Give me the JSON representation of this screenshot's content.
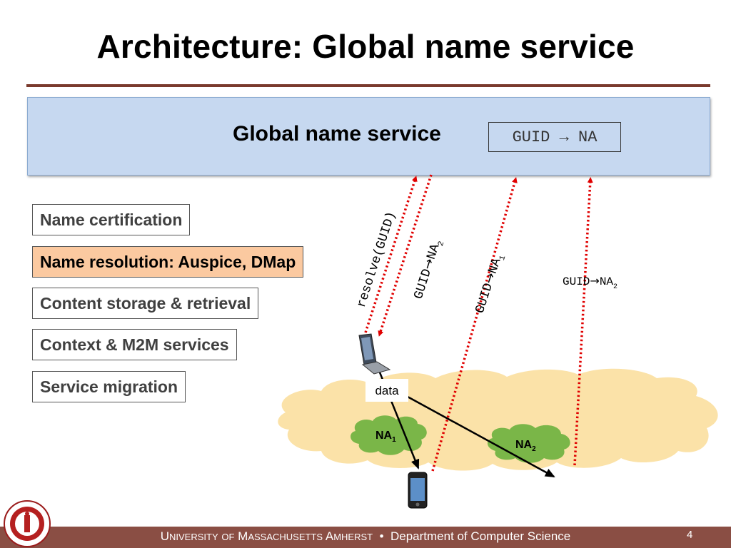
{
  "slide": {
    "title": "Architecture: Global name service",
    "page_number": "4"
  },
  "gns": {
    "label": "Global name service",
    "mapping": "GUID → NA"
  },
  "services": [
    {
      "label": "Name certification",
      "highlighted": false
    },
    {
      "label": "Name resolution: Auspice, DMap",
      "highlighted": true
    },
    {
      "label": "Content storage & retrieval",
      "highlighted": false
    },
    {
      "label": "Context & M2M services",
      "highlighted": false
    },
    {
      "label": "Service migration",
      "highlighted": false
    }
  ],
  "diagram": {
    "resolve_label": "resolve(GUID)",
    "arrow_label_1": {
      "guid": "GUID",
      "arrow": "→",
      "na": "NA",
      "sub": "2"
    },
    "arrow_label_2": {
      "guid": "GUID",
      "arrow": "→",
      "na": "NA",
      "sub": "1"
    },
    "arrow_label_3": {
      "guid": "GUID",
      "arrow": "→",
      "na": "NA",
      "sub": "2"
    },
    "data_label": "data",
    "na1": {
      "text": "NA",
      "sub": "1"
    },
    "na2": {
      "text": "NA",
      "sub": "2"
    },
    "colors": {
      "dotted_arrow": "#e00000",
      "cloud": "#fbe2a8",
      "network_cloud": "#7ab648"
    }
  },
  "footer": {
    "u": "U",
    "niversity": "NIVERSITY",
    "of": "OF",
    "m": "M",
    "assachusetts": "ASSACHUSETTS",
    "a": "A",
    "mherst": "MHERST",
    "bullet": "•",
    "dept": "Department of Computer Science"
  }
}
